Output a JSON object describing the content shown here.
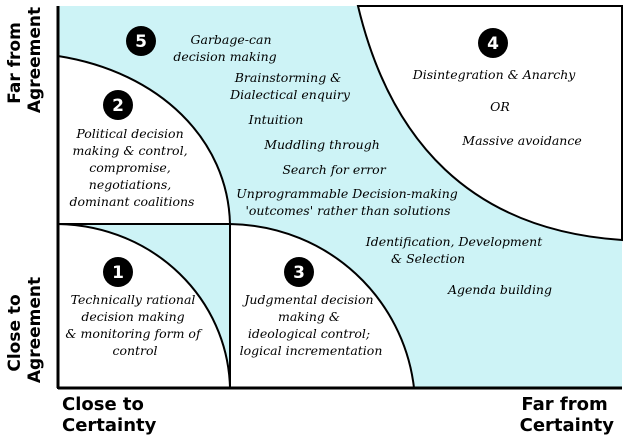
{
  "axes": {
    "y_top": [
      "Far from",
      "Agreement"
    ],
    "y_bottom": [
      "Close to",
      "Agreement"
    ],
    "x_left": [
      "Close to",
      "Certainty"
    ],
    "x_right": [
      "Far from",
      "Certainty"
    ]
  },
  "colors": {
    "zone_fill": "#cdf3f6",
    "white_zone": "#ffffff",
    "line": "#000000",
    "badge": "#000000"
  },
  "zones": [
    {
      "number": "1",
      "lines": [
        "Technically rational",
        "decision making",
        "& monitoring form of",
        "control"
      ]
    },
    {
      "number": "2",
      "lines": [
        "Political decision",
        "making & control,",
        "compromise,",
        "negotiations,",
        "dominant coalitions"
      ]
    },
    {
      "number": "3",
      "lines": [
        "Judgmental decision",
        "making &",
        "ideological control;",
        "logical incrementation"
      ]
    },
    {
      "number": "4",
      "lines": [
        "Disintegration & Anarchy",
        "OR",
        "Massive avoidance"
      ]
    },
    {
      "number": "5",
      "lines": [
        "Garbage-can",
        "decision making"
      ]
    }
  ],
  "complexity_items": [
    [
      "Brainstorming &",
      "Dialectical enquiry"
    ],
    [
      "Intuition"
    ],
    [
      "Muddling through"
    ],
    [
      "Search for error"
    ],
    [
      "Unprogrammable Decision-making",
      "'outcomes' rather than solutions"
    ],
    [
      "Identification, Development",
      "& Selection"
    ],
    [
      "Agenda building"
    ]
  ]
}
